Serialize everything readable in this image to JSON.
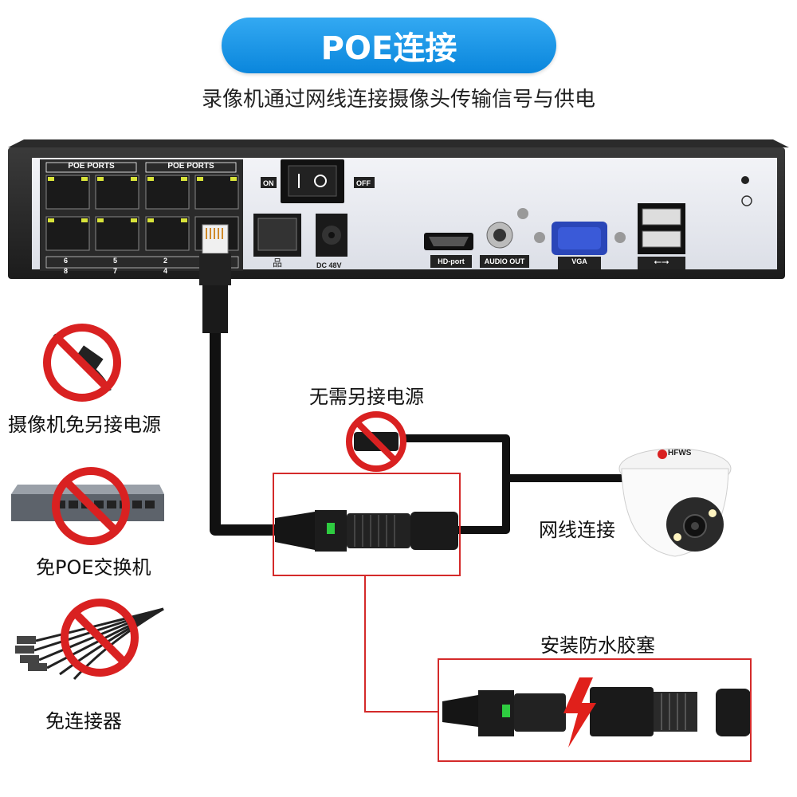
{
  "header": {
    "title": "POE连接",
    "subtitle": "录像机通过网线连接摄像头传输信号与供电"
  },
  "nvr": {
    "poe_ports_label_left": "POE PORTS",
    "poe_ports_label_right": "POE PORTS",
    "port_numbers_top": [
      "6",
      "5",
      "2"
    ],
    "port_numbers_bottom": [
      "8",
      "7",
      "4"
    ],
    "on_label": "ON",
    "off_label": "OFF",
    "dc_label": "DC 48V",
    "hdmi_label": "HD-port",
    "audio_label": "AUDIO OUT",
    "vga_label": "VGA"
  },
  "side_items": [
    {
      "label": "摄像机免另接电源"
    },
    {
      "label": "免POE交换机"
    },
    {
      "label": "免连接器"
    }
  ],
  "labels": {
    "no_power": "无需另接电源",
    "network": "网线连接",
    "waterproof": "安装防水胶塞"
  },
  "camera": {
    "brand": "HFWS"
  },
  "colors": {
    "accent": "#1a96e6",
    "prohibit_red": "#d92121",
    "frame_red": "#d42a2a",
    "led_green": "#2ecc40"
  }
}
